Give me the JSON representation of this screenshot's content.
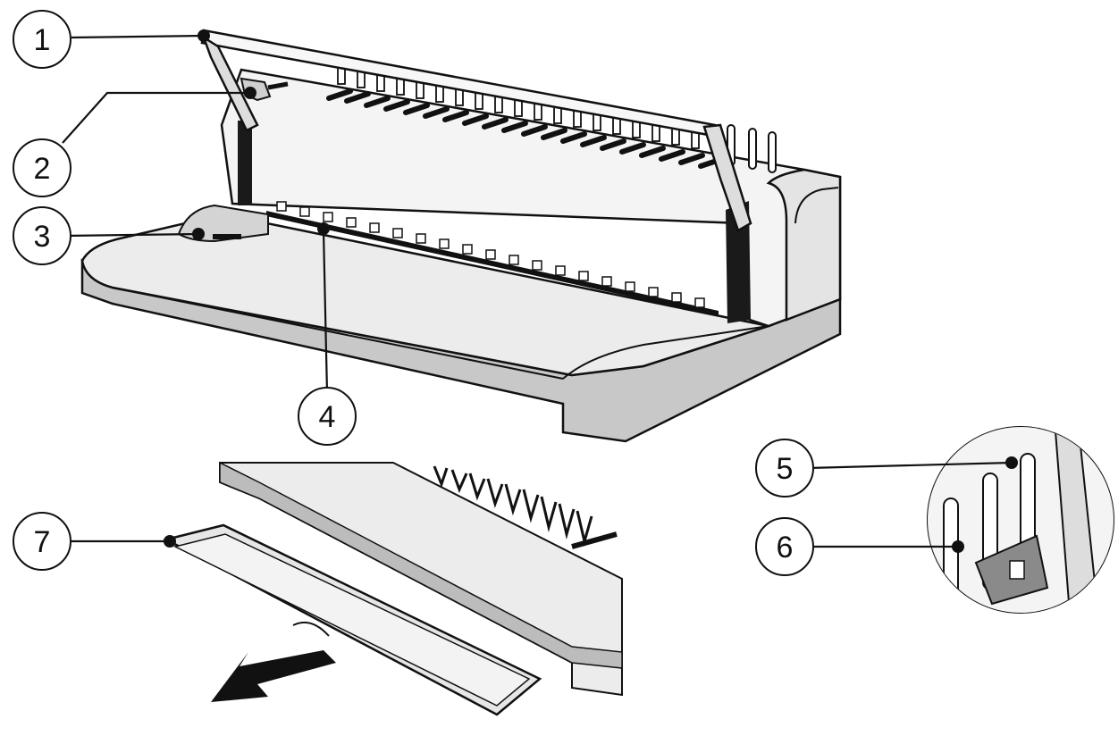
{
  "diagram": {
    "callouts": [
      {
        "id": "1",
        "label": "1"
      },
      {
        "id": "2",
        "label": "2"
      },
      {
        "id": "3",
        "label": "3"
      },
      {
        "id": "4",
        "label": "4"
      },
      {
        "id": "5",
        "label": "5"
      },
      {
        "id": "6",
        "label": "6"
      },
      {
        "id": "7",
        "label": "7"
      }
    ],
    "colors": {
      "stroke": "#111111",
      "body_fill": "#e9e9e9",
      "base_fill": "#c8c8c8",
      "dark": "#1a1a1a",
      "arrow": "#111111",
      "background": "#ffffff"
    }
  }
}
